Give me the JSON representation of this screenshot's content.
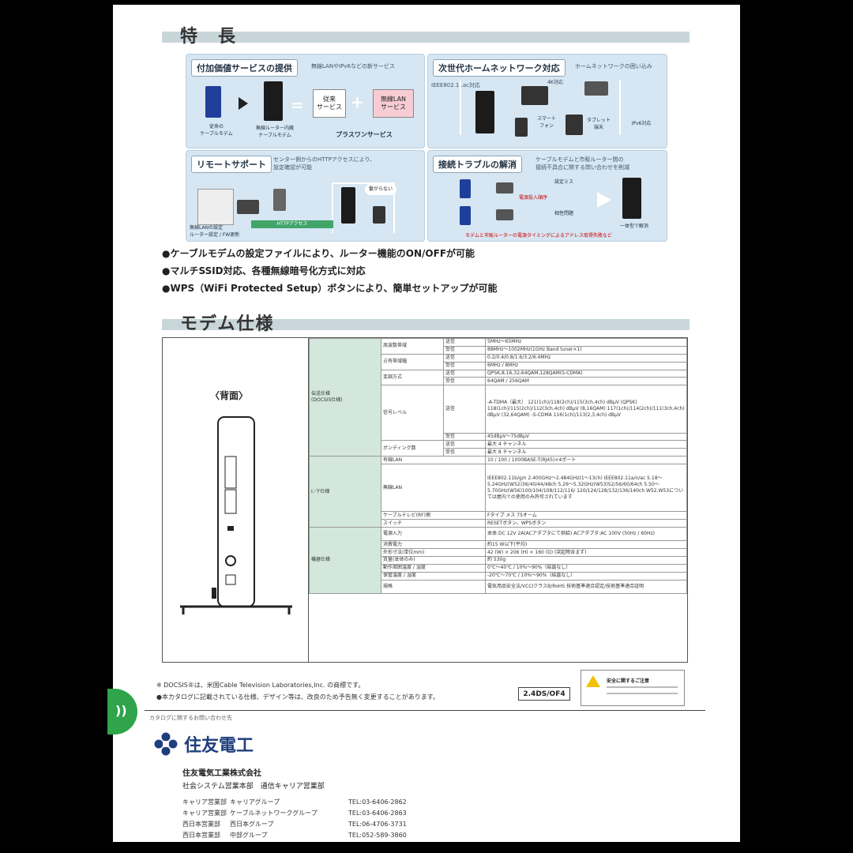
{
  "features_title": "特　長",
  "spec_title": "モデム仕様",
  "panels": {
    "p1": {
      "title": "付加価値サービスの提供",
      "note": "無線LANやIPv6などの新サービス",
      "label_modem": "従来の\nケーブルモデム",
      "label_router": "無線ルーター内蔵\nケーブルモデム",
      "box1": "従来\nサービス",
      "box2": "無線LAN\nサービス",
      "plus_label": "プラスワンサービス"
    },
    "p2": {
      "title": "次世代ホームネットワーク対応",
      "note": "ホームネットワークの囲い込み",
      "ieee": "IEEE802.11ac対応",
      "tv": "4K対応",
      "phone": "スマート\nフォン",
      "tablet": "タブレット\n端末",
      "ipv6": "IPv6対応"
    },
    "p3": {
      "title": "リモートサポート",
      "note": "センター側からのHTTPアクセスにより、\n設定確認が可能",
      "bottom": "無線LANの設定\nルーター設定 / FW更新",
      "arrow": "HTTPアクセス",
      "bubble": "繋がらない"
    },
    "p4": {
      "title": "接続トラブルの解消",
      "note": "ケーブルモデムと市販ルーター間の\n接続不具合に関する問い合わせを削減",
      "c1": "電源投入順序",
      "c2": "設定ミス",
      "c3": "相性問題",
      "result": "一体型で解消",
      "bottom": "モデムと市販ルーターの電源タイミングによるアドレス取得失敗など"
    }
  },
  "bullets": [
    "●ケーブルモデムの設定ファイルにより、ルーター機能のON/OFFが可能",
    "●マルチSSID対応、各種無線暗号化方式に対応",
    "●WPS（WiFi Protected Setup）ボタンにより、簡単セットアップが可能"
  ],
  "rear_label": "〈背面〉",
  "spec_rows": [
    {
      "cat": "伝送仕様\n(DOCSIS仕様)",
      "item": "周波数帯域",
      "sub": "送信",
      "val": "5MHz～65MHz"
    },
    {
      "item": "",
      "sub": "受信",
      "val": "88MHz～1002MHz(1GHz Band tuner×1)"
    },
    {
      "item": "占有帯域幅",
      "sub": "送信",
      "val": "0.2/0.4/0.8/1.6/3.2/6.4MHz"
    },
    {
      "item": "",
      "sub": "受信",
      "val": "6MHz / 8MHz"
    },
    {
      "item": "変調方式",
      "sub": "送信",
      "val": "QPSK,8,16,32,64QAM,128QAM(S-CDMA)"
    },
    {
      "item": "",
      "sub": "受信",
      "val": "64QAM / 256QAM"
    },
    {
      "item": "信号レベル",
      "sub": "送信",
      "val": "-A-TDMA（最大）\n121(1ch)/118(2ch)/115(3ch,4ch) dBμV (QPSK)\n118(1ch)/115(2ch)/112(3ch,4ch) dBμV (8,16QAM)\n117(1ch)/114(2ch)/111(3ch,4ch) dBμV (32,64QAM)\n-S-CDMA\n116(1ch)/113(2,3,4ch) dBμV"
    },
    {
      "item": "",
      "sub": "受信",
      "val": "45dBμV～75dBμV"
    },
    {
      "item": "ボンディング数",
      "sub": "送信",
      "val": "最大 4 チャンネル"
    },
    {
      "item": "",
      "sub": "受信",
      "val": "最大 8 チャンネル"
    },
    {
      "cat": "I／F仕様",
      "item": "有線LAN",
      "sub": "",
      "val": "10 / 100 / 1000BASE-T(RJ45)×4ポート"
    },
    {
      "item": "無線LAN",
      "sub": "",
      "val": "IEEE802.11b/g/n 2.400GHz～2.484GHz(1～13ch)\nIEEE802.11a/n/ac\n5.18～5.24GHz(W52)36/40/44/48ch\n5.26～5.32GHz(W53)52/56/60/64ch\n5.50～5.70GHz(W56)100/104/108/112/116/\n120/124/128/132/136/140ch\nW52,W53については屋内での使用のみ許可されています"
    },
    {
      "item": "ケーブルテレビ(RF)側",
      "sub": "",
      "val": "Fタイプ メス 75オーム"
    },
    {
      "item": "スイッチ",
      "sub": "",
      "val": "RESETボタン、WPSボタン"
    },
    {
      "cat": "機器仕様",
      "item": "電源入力",
      "sub": "",
      "val": "本体:DC 12V 2A(ACアダプタにて供給)\nACアダプタ:AC 100V (50Hz / 60Hz)"
    },
    {
      "item": "消費電力",
      "sub": "",
      "val": "約15 W以下(平均)"
    },
    {
      "item": "外形寸法(単位mm)",
      "sub": "",
      "val": "42 (W) × 206 (H) × 160 (D) (突起物含まず)"
    },
    {
      "item": "質量(本体のみ)",
      "sub": "",
      "val": "約 530g"
    },
    {
      "item": "動作周囲温度 / 湿度",
      "sub": "",
      "val": "0℃～40℃ / 10%～90%（結露なし）"
    },
    {
      "item": "保管温度 / 湿度",
      "sub": "",
      "val": "-20℃～70℃ / 10%～90%（結露なし）"
    },
    {
      "item": "規格",
      "sub": "",
      "val": "電気用品安全法/VCCIクラスB/RoHS\n技術基準適合認定/技術基準適合証明"
    }
  ],
  "footnotes": [
    "※ DOCSIS®は、米国Cable Television Laboratories,Inc. の商標です。",
    "●本カタログに記載されている仕様、デザイン等は、改良のため予告無く変更することがあります。"
  ],
  "model_code": "2.4DS/OF4",
  "warning_text": "安全に関するご注意",
  "inquiry_label": "カタログに関するお問い合わせ先",
  "logo_name": "住友電工",
  "company_name": "住友電気工業株式会社",
  "department": "社会システム営業本部　通信キャリア営業部",
  "contacts": [
    {
      "dept": "キャリア営業部",
      "group": "キャリアグループ",
      "tel": "TEL:03-6406-2862"
    },
    {
      "dept": "キャリア営業部",
      "group": "ケーブルネットワークグループ",
      "tel": "TEL:03-6406-2863"
    },
    {
      "dept": "西日本営業部",
      "group": "西日本グループ",
      "tel": "TEL:06-4706-3731"
    },
    {
      "dept": "西日本営業部",
      "group": "中部グループ",
      "tel": "TEL:052-589-3860"
    }
  ],
  "colors": {
    "panel_bg": "#d6e6f2",
    "section_bar": "#c8d6da",
    "category_bg": "#d3e7dd",
    "logo_blue": "#1f3e7c",
    "side_tab": "#2fa44a"
  }
}
